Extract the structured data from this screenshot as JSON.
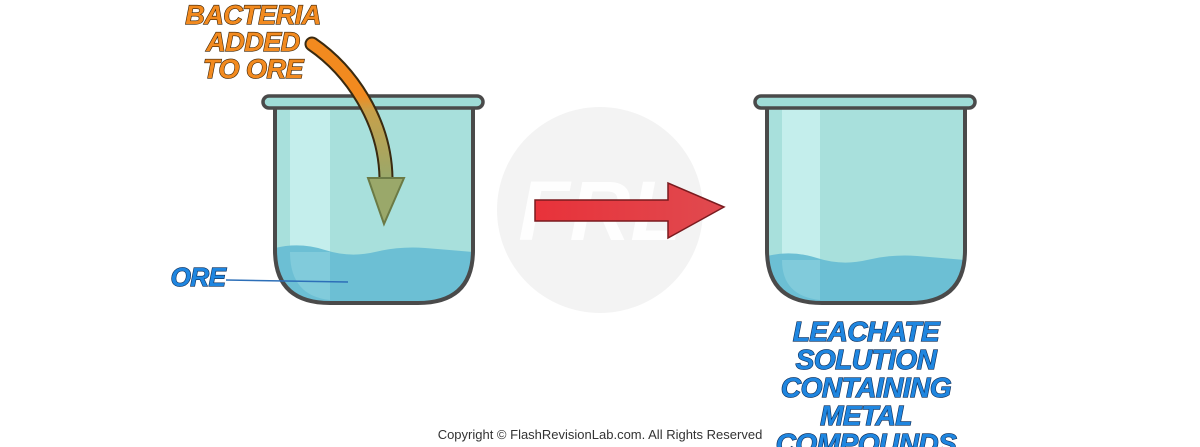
{
  "labels": {
    "bacteria_line1": "BACTERIA ADDED",
    "bacteria_line2": "TO ORE",
    "ore": "ORE",
    "leachate_line1": "LEACHATE SOLUTION",
    "leachate_line2": "CONTAINING",
    "leachate_line3": "METAL COMPOUNDS"
  },
  "watermark": {
    "text": "FRL"
  },
  "footer": {
    "copyright": "Copyright © FlashRevisionLab.com. All Rights Reserved"
  },
  "colors": {
    "beaker_glass": "#a8e0dc",
    "beaker_highlight": "#c9f0ee",
    "beaker_rim": "#9fdcd7",
    "beaker_outline": "#4a4a4a",
    "liquid": "#6cbfd4",
    "bacteria_arrow": "#f28a1f",
    "process_arrow": "#e8323a",
    "label_orange": "#f28a1f",
    "label_blue": "#1f86e0",
    "watermark": "#f3f3f3"
  }
}
